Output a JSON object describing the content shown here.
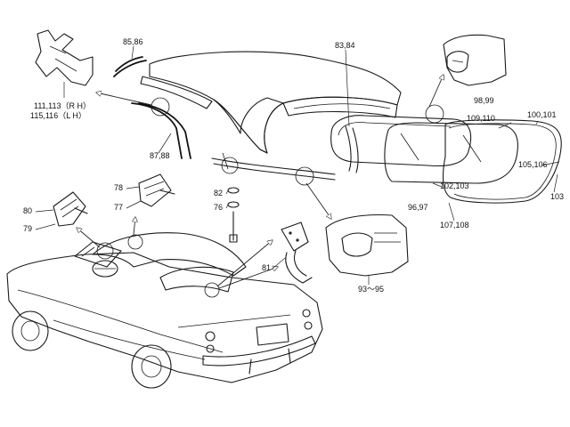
{
  "labels": {
    "l111_113": "111,113（R H）",
    "l115_116": "115,116（L H）",
    "l85_86": "85,86",
    "l83_84": "83,84",
    "l98_99": "98,99",
    "l109_110": "109,110",
    "l100_101": "100,101",
    "l105_106": "105,106",
    "l103": "103",
    "l102_103": "102,103",
    "l96_97": "96,97",
    "l107_108": "107,108",
    "l87_88": "87,88",
    "l78": "78",
    "l77": "77",
    "l80": "80",
    "l79": "79",
    "l82": "82",
    "l76": "76",
    "l81": "81",
    "l93_95": "93〜95"
  }
}
